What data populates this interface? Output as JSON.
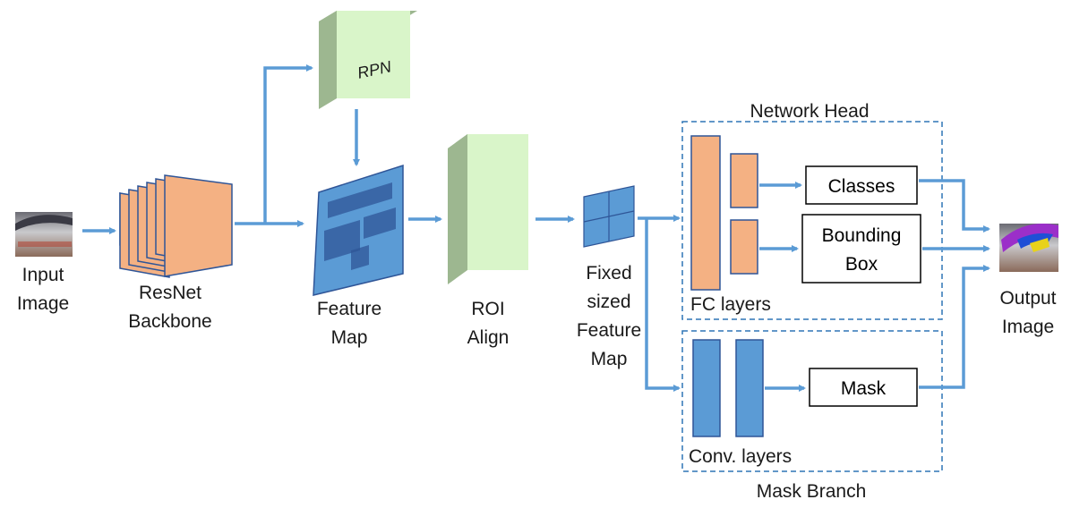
{
  "diagram": {
    "input_image": {
      "label_line1": "Input",
      "label_line2": "Image"
    },
    "backbone": {
      "label_line1": "ResNet",
      "label_line2": "Backbone"
    },
    "rpn": {
      "label": "RPN"
    },
    "feature_map": {
      "label_line1": "Feature",
      "label_line2": "Map"
    },
    "roi_align": {
      "label_line1": "ROI",
      "label_line2": "Align"
    },
    "fixed_feature_map": {
      "label_line1": "Fixed",
      "label_line2": "sized",
      "label_line3": "Feature",
      "label_line4": "Map"
    },
    "network_head": {
      "title": "Network Head",
      "fc_label": "FC layers",
      "classes": "Classes",
      "bbox_line1": "Bounding",
      "bbox_line2": "Box"
    },
    "mask_branch": {
      "title": "Mask Branch",
      "conv_label": "Conv. layers",
      "mask": "Mask"
    },
    "output_image": {
      "label_line1": "Output",
      "label_line2": "Image"
    },
    "colors": {
      "arrow": "#5b9bd5",
      "orange": "#f4b183",
      "blue": "#5b9bd5",
      "dark_blue": "#2f5597",
      "green_light": "#d9f5c9",
      "green_dark": "#9db790"
    }
  }
}
